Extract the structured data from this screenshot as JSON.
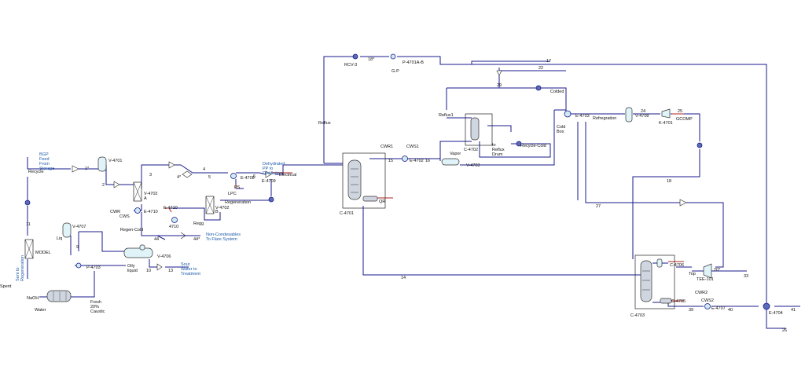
{
  "labels": {
    "rcv3": "RCV-3",
    "s18": "18*",
    "pump_a": "P-4701A-B",
    "gp": "G-P",
    "s17": "17",
    "s22": "22",
    "reflux": "Reflux",
    "s29": "29",
    "colded": "Colded",
    "reflux1": "Reflux1",
    "c4702": "C-4702",
    "vapor": "Vapor",
    "to_reflux_drum": [
      "to",
      "Reflux",
      "Drum"
    ],
    "recycle_cold": "Recycle-Cold",
    "v4703": "V-4703",
    "cold_box": [
      "Cold",
      "Box"
    ],
    "e4703": "E-4703",
    "refregration": "Refregration",
    "s24": "24",
    "v4708": "V-4708",
    "s25": "25",
    "k4701": "K-4701",
    "gcomp": "GCOMP",
    "cwr1": "CWR1",
    "cws1": "CWS1",
    "s15": "15",
    "e4702": "E-4702",
    "s16": "16",
    "c4701": "C-4701",
    "qr": "QR",
    "bgp_feed": [
      "BGP",
      "Feed",
      "From",
      "Storage"
    ],
    "recycle": "Recycle",
    "s1": "1*",
    "v4701": "V-4701",
    "s2": "2",
    "v4702a": [
      "V-4702",
      "A"
    ],
    "s3": "3",
    "s4star": "4*",
    "s4": "4",
    "s5": "5",
    "lpc": "LPC",
    "ps": "PS",
    "s6": "6",
    "e4708": "E-4708",
    "e4709": "E-4709",
    "electrical": "Electrical",
    "dehydrated": [
      "Dehydrated",
      "PP to",
      "Distillation"
    ],
    "cwr": "CWR",
    "cws": "CWS",
    "e4710_main": "E-4710",
    "e4710_lbl": "E-4710",
    "s4710": "4710",
    "regen_cold": "Regen-Cold",
    "regg": "Regg",
    "v4702b": [
      "V-4702",
      "B"
    ],
    "regeneration": "Regeneration",
    "s44": "44",
    "s44star": "44*",
    "non_cond": [
      "Non-Condesables",
      "To Flare System"
    ],
    "v4707": "V-4707",
    "liq": "Liq",
    "s9": "9",
    "p4703": "P-4703",
    "v4706": "V-4706",
    "oily": [
      "Oily",
      "liquid"
    ],
    "s10": "10",
    "s13": "13",
    "sour_water": [
      "Sour",
      "Water to",
      "Treatment"
    ],
    "model": "MODEL",
    "s11": "11",
    "sent_regen": [
      "Sent to",
      "Regeneration"
    ],
    "spent": "Spent",
    "naoh": "NaOH",
    "water": "Water",
    "fresh_caustic": [
      "Fresh",
      "20%",
      "Caustic"
    ],
    "s14": "14",
    "s18b": "18",
    "s27": "27",
    "c4706": "C-4706",
    "top": "Top",
    "tee101": "TEE-101",
    "s20": "20*",
    "s33": "33",
    "cwr2": "CWR2",
    "cws2": "CWS2",
    "c4705": "C-4705",
    "s39": "39",
    "e4707": "E-4707",
    "s40": "40",
    "c4703": "C-4703",
    "e4704": "E-4704",
    "s41": "41",
    "s26": "26"
  }
}
